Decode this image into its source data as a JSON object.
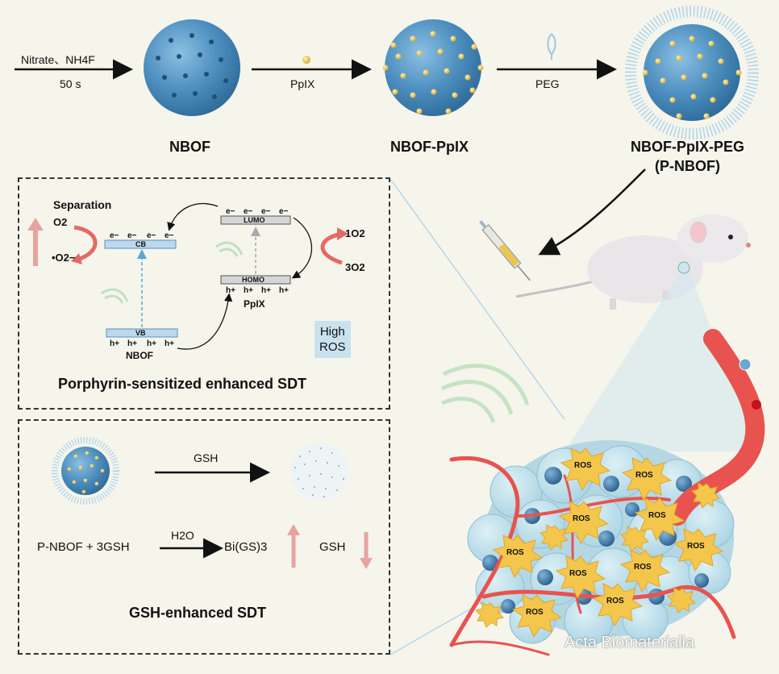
{
  "step1": {
    "top": "Nitrate、NH4F",
    "bottom": "50 s"
  },
  "step2": {
    "label": "PpIX"
  },
  "step3": {
    "label": "PEG"
  },
  "products": {
    "nbof": "NBOF",
    "nbof_ppix": "NBOF-PpIX",
    "final_line1": "NBOF-PpIX-PEG",
    "final_line2": "(P-NBOF)"
  },
  "panel1": {
    "separation": "Separation",
    "o2": "O2",
    "superoxide": "•O2−",
    "cb": "CB",
    "vb": "VB",
    "lumo": "LUMO",
    "homo": "HOMO",
    "electron": "e−",
    "hole": "h+",
    "singlet": "1O2",
    "triplet": "3O2",
    "ppix": "PpIX",
    "nbof": "NBOF",
    "high_ros_1": "High",
    "high_ros_2": "ROS",
    "title": "Porphyrin-sensitized enhanced SDT"
  },
  "panel2": {
    "gsh_arrow": "GSH",
    "equation_left": "P-NBOF + 3GSH",
    "equation_over": "H2O",
    "equation_right": "Bi(GS)3",
    "gsh": "GSH",
    "title": "GSH-enhanced SDT"
  },
  "tumor": {
    "ros": "ROS"
  },
  "watermark": "Acta Biomaterialia",
  "colors": {
    "sphere": "#4d8fbf",
    "dots": "#e9c74a",
    "vessel": "#e8534f",
    "arrow_up": "#e8a3a0",
    "high_ros_bg": "#c8e2f0",
    "band": "#bcd8ef"
  }
}
